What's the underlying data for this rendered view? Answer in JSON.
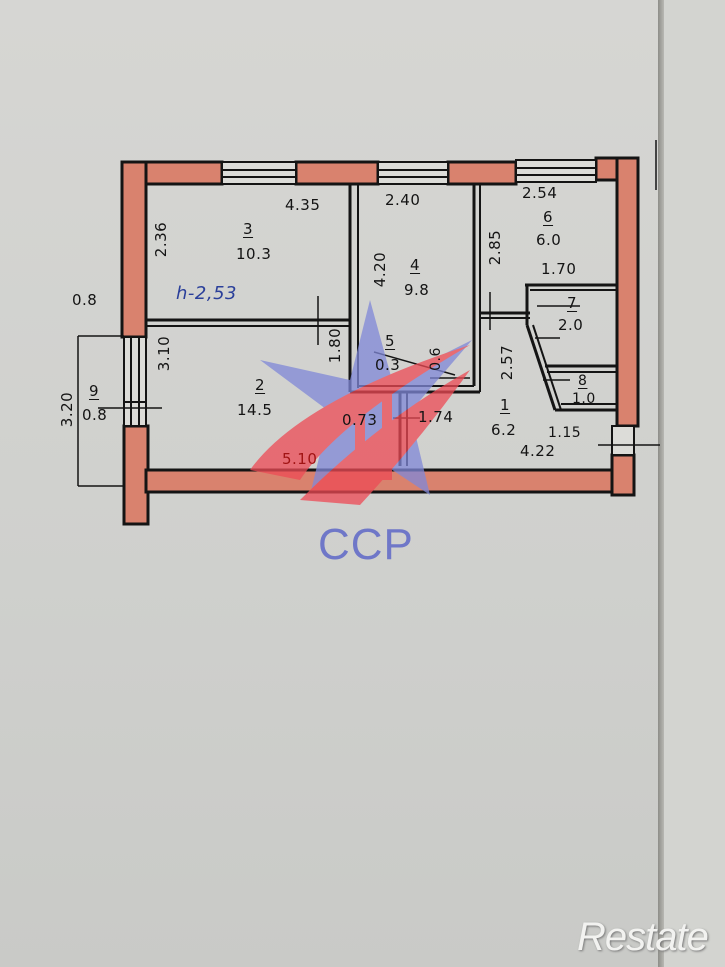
{
  "plan": {
    "ceiling_height": "h-2,53",
    "rooms": [
      {
        "no": "1",
        "area": "6.2"
      },
      {
        "no": "2",
        "area": "14.5"
      },
      {
        "no": "3",
        "area": "10.3"
      },
      {
        "no": "4",
        "area": "9.8"
      },
      {
        "no": "5",
        "area": "0.3"
      },
      {
        "no": "6",
        "area": "6.0"
      },
      {
        "no": "7",
        "area": "2.0"
      },
      {
        "no": "8",
        "area": "1.0"
      },
      {
        "no": "9",
        "area": "0.8"
      }
    ],
    "dimensions": {
      "room3_width": "4.35",
      "room3_height": "2.36",
      "room4_width": "2.40",
      "room4_height": "4.20",
      "room6_width": "2.54",
      "room6_height": "2.85",
      "room7_width": "1.70",
      "room1_height": "2.57",
      "room2_height": "3.10",
      "room2_door": "1.80",
      "room2_width": "5.10",
      "room1_width": "4.22",
      "room8_width": "1.15",
      "corridor_a": "0.73",
      "corridor_b": "1.74",
      "room5_diag": "0.6",
      "balcony_width": "0.8",
      "balcony_height": "3.20"
    }
  },
  "watermarks": {
    "center_logo_text": "CCP",
    "corner_brand": "Restate"
  },
  "colors": {
    "paper": "#d4d4d0",
    "wall_fill": "#d9826e",
    "ink": "#141414",
    "logo_blue": "#6f77c8",
    "logo_red": "#e8484f"
  }
}
